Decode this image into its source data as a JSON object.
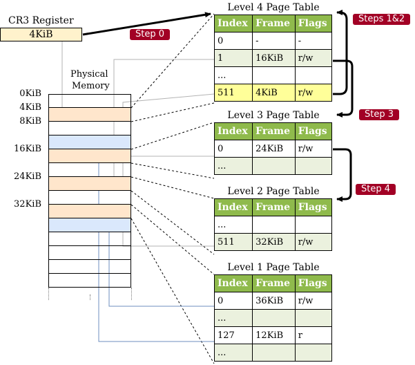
{
  "cr3": {
    "label": "CR3 Register",
    "value": "4KiB"
  },
  "memory": {
    "label_line1": "Physical",
    "label_line2": "Memory",
    "addresses": [
      "0KiB",
      "4KiB",
      "8KiB",
      "16KiB",
      "24KiB",
      "32KiB"
    ]
  },
  "steps": [
    "Step 0",
    "Steps 1&2",
    "Step 3",
    "Step 4"
  ],
  "columns": [
    "Index",
    "Frame",
    "Flags"
  ],
  "tables": [
    {
      "title": "Level 4 Page Table",
      "rows": [
        [
          "0",
          "-",
          "-"
        ],
        [
          "1",
          "16KiB",
          "r/w"
        ],
        [
          "...",
          "",
          ""
        ],
        [
          "511",
          "4KiB",
          "r/w"
        ]
      ]
    },
    {
      "title": "Level 3 Page Table",
      "rows": [
        [
          "0",
          "24KiB",
          "r/w"
        ],
        [
          "...",
          "",
          ""
        ]
      ]
    },
    {
      "title": "Level 2 Page Table",
      "rows": [
        [
          "...",
          "",
          ""
        ],
        [
          "511",
          "32KiB",
          "r/w"
        ]
      ]
    },
    {
      "title": "Level 1 Page Table",
      "rows": [
        [
          "0",
          "36KiB",
          "r/w"
        ],
        [
          "...",
          "",
          ""
        ],
        [
          "127",
          "12KiB",
          "r"
        ],
        [
          "...",
          "",
          ""
        ]
      ]
    }
  ]
}
